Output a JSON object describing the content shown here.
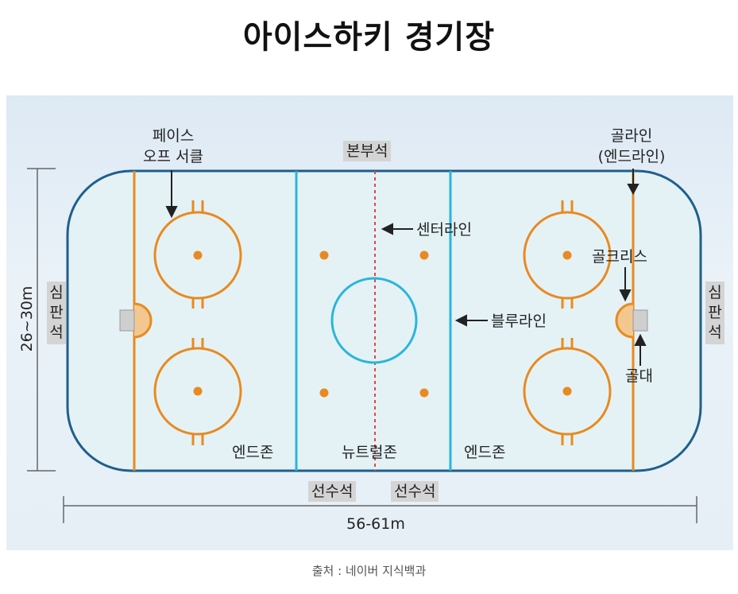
{
  "title": "아이스하키 경기장",
  "labels": {
    "faceoff_line1": "페이스",
    "faceoff_line2": "오프 서클",
    "press_box": "본부석",
    "goal_line_line1": "골라인",
    "goal_line_line2": "(엔드라인)",
    "center_line": "센터라인",
    "goal_crease": "골크리스",
    "blue_line": "블루라인",
    "goal": "골대",
    "penalty_box": "심판석",
    "end_zone_left": "엔드존",
    "neutral_zone": "뉴트럴존",
    "end_zone_right": "엔드존",
    "bench_left": "선수석",
    "bench_right": "선수석",
    "width_dim": "26~30m",
    "length_dim": "56-61m"
  },
  "source": "출처 : 네이버 지식백과",
  "colors": {
    "boards": "#1f5f8b",
    "ice": "#e4f2f6",
    "red_line": "#e04545",
    "blue_line": "#2ab5dc",
    "goal_line": "#e88a20",
    "faceoff": "#e88a20",
    "panel_bg": "#e3edf5"
  }
}
